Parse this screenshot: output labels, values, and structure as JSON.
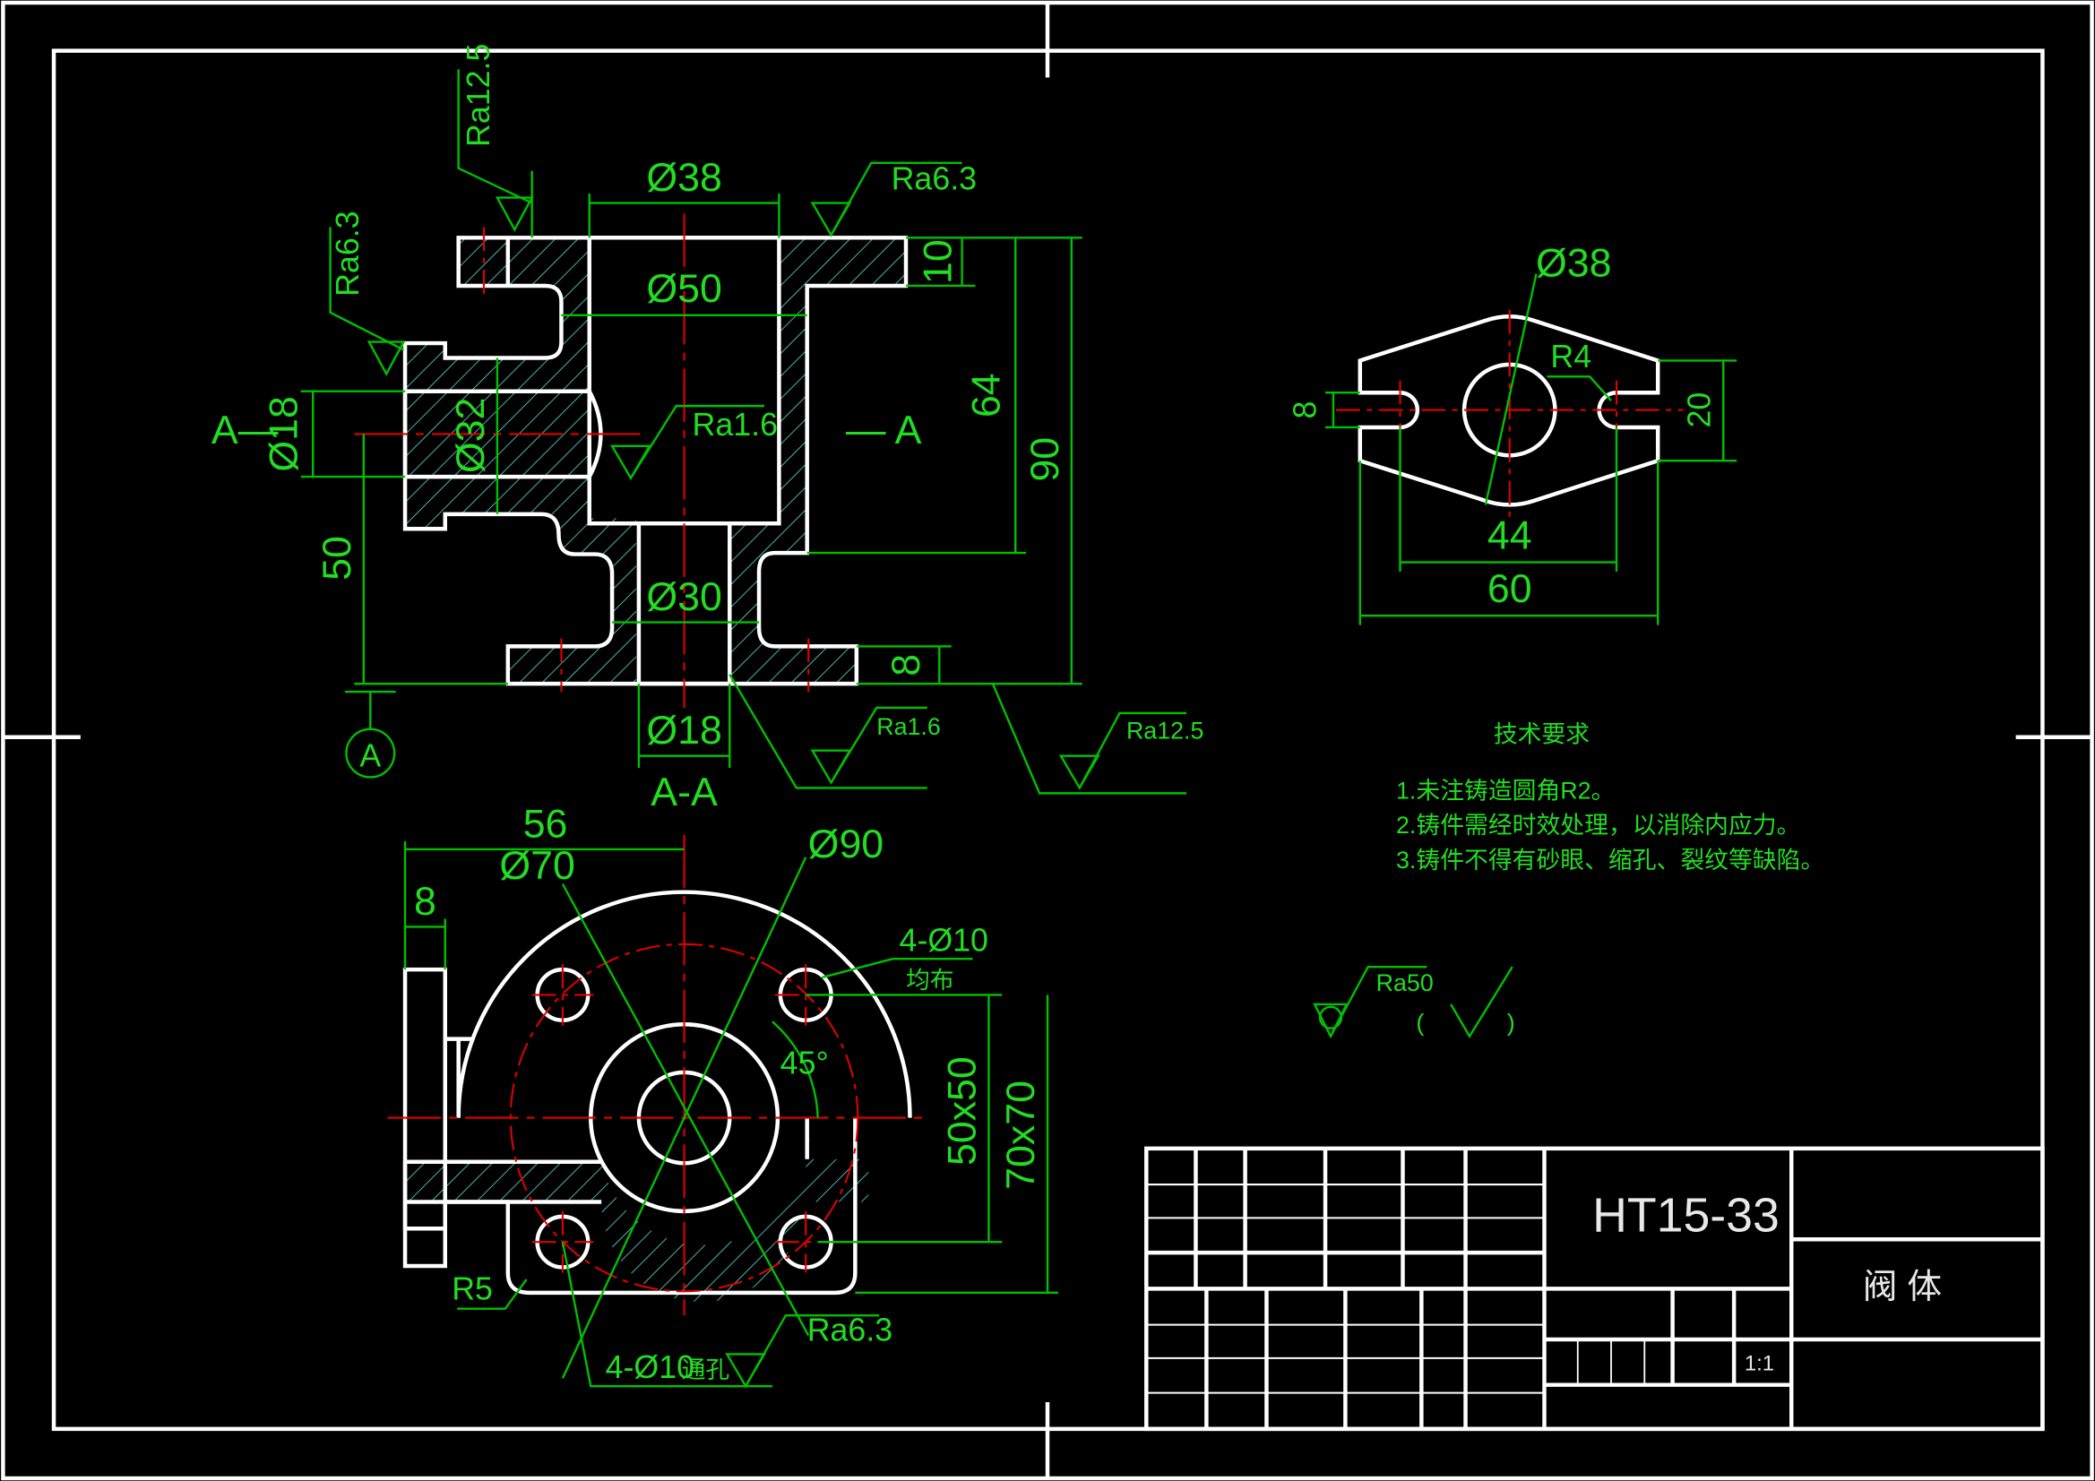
{
  "labels": {
    "dia38_top": "Ø38",
    "dia50": "Ø50",
    "dia32": "Ø32",
    "dia18_left": "Ø18",
    "dia30": "Ø30",
    "dia18_bottom": "Ø18",
    "dim10": "10",
    "dim64": "64",
    "dim90": "90",
    "dim50": "50",
    "dim8_bottom": "8",
    "section_left": "A—",
    "section_right": "— A",
    "section_view_title": "A-A",
    "datum_letter": "A",
    "dim56": "56",
    "dim8_left": "8",
    "dia70": "Ø70",
    "dia90": "Ø90",
    "holes_4_10": "4-Ø10",
    "evenly": "均布",
    "angle45": "45°",
    "dim50x50": "50x50",
    "dim70x70": "70x70",
    "r5": "R5",
    "holes_through": "4-Ø10",
    "through_hole": "通孔",
    "flange_dia38": "Ø38",
    "r4": "R4",
    "dim8_flange": "8",
    "dim20": "20",
    "dim44": "44",
    "dim60": "60"
  },
  "roughness": {
    "ra12_5_top": "Ra12.5",
    "ra6_3_top": "Ra6.3",
    "ra6_3_left": "Ra6.3",
    "ra1_6_inner": "Ra1.6",
    "ra1_6_bottom": "Ra1.6",
    "ra12_5_bottom": "Ra12.5",
    "ra6_3_plan": "Ra6.3",
    "ra50": "Ra50",
    "paren_open": "(",
    "paren_close": ")"
  },
  "tech": {
    "title": "技术要求",
    "notes": [
      "1.未注铸造圆角R2。",
      "2.铸件需经时效处理，以消除内应力。",
      "3.铸件不得有砂眼、缩孔、裂纹等缺陷。"
    ]
  },
  "title_block": {
    "material": "HT15-33",
    "part_name": "阀 体",
    "scale": "1:1"
  },
  "colors": {
    "background": "#000000",
    "outline": "#ffffff",
    "dimension": "#00c000",
    "centerline": "#e00000",
    "hatch": "#5fd7d7"
  }
}
